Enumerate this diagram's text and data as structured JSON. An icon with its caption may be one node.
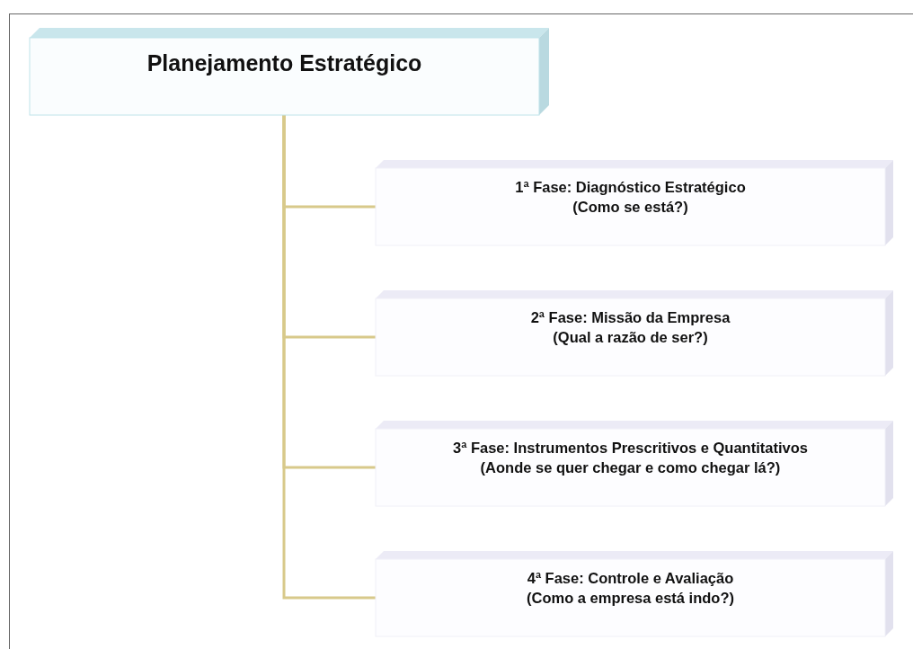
{
  "diagram": {
    "nodes": [
      {
        "text": [
          "Planejamento Estratégico"
        ]
      },
      {
        "text": [
          "1ª Fase: Diagnóstico Estratégico",
          "(Como se está?)"
        ]
      },
      {
        "text": [
          "2ª Fase: Missão da Empresa",
          "(Qual a razão de ser?)"
        ]
      },
      {
        "text": [
          "3ª Fase: Instrumentos Prescritivos e Quantitativos",
          "(Aonde se quer chegar e como chegar lá?)"
        ]
      },
      {
        "text": [
          "4ª Fase: Controle e Avaliação",
          "(Como a empresa está indo?)"
        ]
      }
    ],
    "edges": [
      {
        "from": 0,
        "to": 1,
        "arrow": "none"
      },
      {
        "from": 0,
        "to": 2,
        "arrow": "none"
      },
      {
        "from": 0,
        "to": 3,
        "arrow": "none"
      },
      {
        "from": 0,
        "to": 4,
        "arrow": "none"
      }
    ]
  }
}
